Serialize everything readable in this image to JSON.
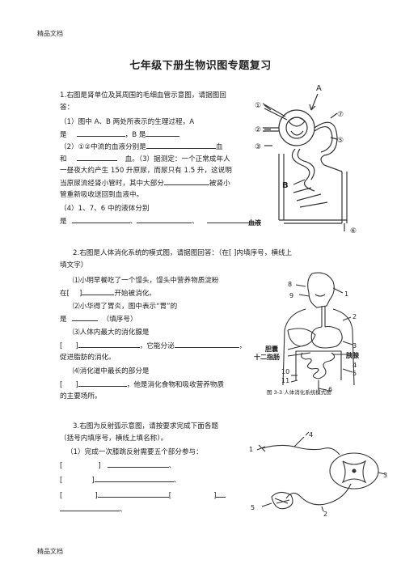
{
  "header": {
    "text": "精品文档"
  },
  "footer": {
    "text": "精品文档"
  },
  "title": "七年级下册生物识图专题复习",
  "q1": {
    "lines": [
      "1.右图是肾单位及其周围的毛细血管示意图，请据图回",
      "答：",
      "（1）图中 A、B 两处所表示的生理过程，A",
      "是",
      "，B 是",
      "（2）①②中流的血液分别是",
      "血",
      "和",
      "血。（3）据测定：一个正常成年人",
      "一昼夜大约产生 150 升原尿，而尿只有 1.5 升，这说明",
      "当原尿流经肾小管时，其中大部分",
      "被肾小",
      "管重新吸收送回到血液中。",
      "（4）1、7、6 中的液体分别",
      "是",
      "、",
      "、",
      "。"
    ],
    "figure_labels": [
      "A",
      "①",
      "⑦",
      "②",
      "③",
      "⑤",
      "B",
      "血液",
      "⑥"
    ]
  },
  "q2": {
    "lines": [
      "2.右图是人体消化系统的模式图，请据图回答：（在[ ]内填序号，横线上",
      "填文字）",
      "⑴小明早餐吃了一个馒头，馒头中营养物质淀粉",
      "在[",
      "]",
      "开始被消化。",
      "⑵小华得了胃炎，图中表示“胃”的",
      "是",
      "（填序号）",
      "⑶人体内最大的消化腺是",
      "[",
      "]",
      "，它能分泌",
      "，",
      "促进脂肪的消化。",
      "⑷消化道中最长的部分是",
      "[",
      "]",
      "，他是消化食物和吸收营养物质",
      "的主要场所。"
    ],
    "figure_labels": [
      "8",
      "9",
      "1",
      "2",
      "3",
      "胆囊",
      "十二指肠",
      "胰腺",
      "4",
      "5",
      "10",
      "11",
      "6"
    ],
    "figure_caption": "图 3-3  人体消化系统模式图"
  },
  "q3": {
    "lines": [
      "3.右图为反射弧示意图，请按要求完成下面各题",
      "（括号内填序号，横线上填名称）。",
      "（1）完成一次膝跳反射需要五个部分参与：",
      "[",
      "]",
      "、",
      "[",
      "]",
      "、",
      "[",
      "]",
      "[",
      "]",
      "、"
    ],
    "figure_labels": [
      "4",
      "1",
      "5",
      "2",
      "3"
    ]
  },
  "colors": {
    "text": "#222222",
    "line": "#333333"
  }
}
